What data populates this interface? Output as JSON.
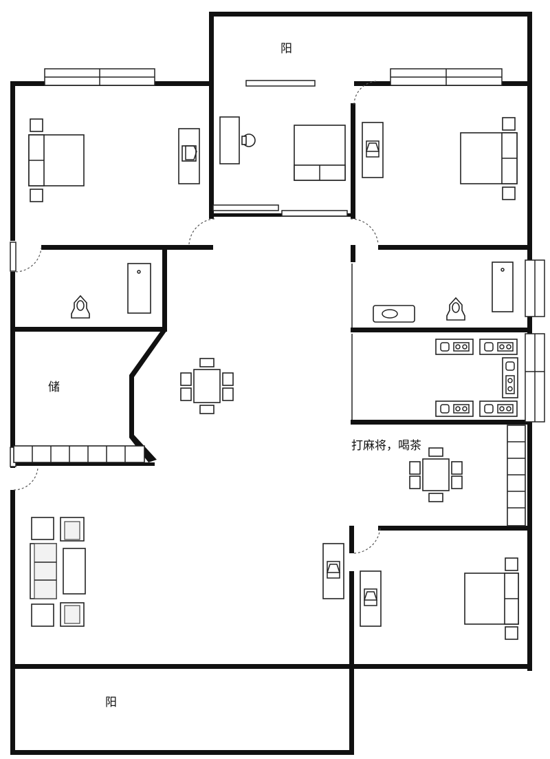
{
  "labels": {
    "balcony_top": "阳",
    "storage": "储",
    "mahjong_tea": "打麻将，喝茶",
    "balcony_bottom": "阳"
  }
}
